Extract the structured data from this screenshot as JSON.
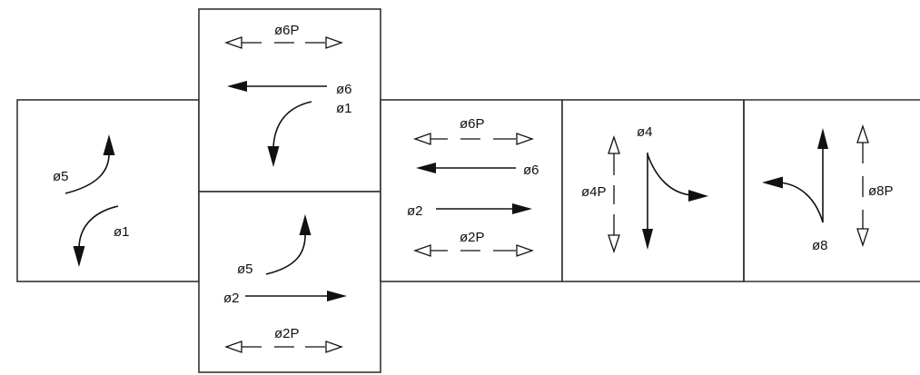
{
  "phases": {
    "p1": {
      "left_turn_a": "ø5",
      "left_turn_b": "ø1"
    },
    "p2_upper": {
      "ped": "ø6P",
      "through": "ø6",
      "left_turn": "ø1"
    },
    "p2_lower": {
      "left_turn": "ø5",
      "through": "ø2",
      "ped": "ø2P"
    },
    "p3": {
      "ped_top": "ø6P",
      "through_w": "ø6",
      "through_e": "ø2",
      "ped_bottom": "ø2P"
    },
    "p4": {
      "movement": "ø4",
      "ped": "ø4P"
    },
    "p5": {
      "movement": "ø8",
      "ped": "ø8P"
    }
  }
}
